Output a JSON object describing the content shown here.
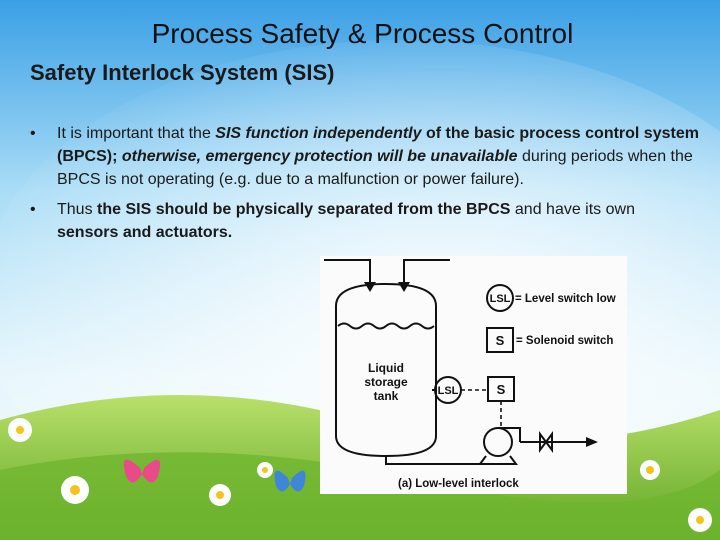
{
  "slide": {
    "title": "Process Safety & Process Control",
    "subtitle": "Safety Interlock System (SIS)"
  },
  "bullets": [
    {
      "marker": "•",
      "runs": [
        {
          "text": "It is important that the ",
          "style": "normal"
        },
        {
          "text": "SIS function independently",
          "style": "bold-italic"
        },
        {
          "text": " of the basic process control system (BPCS); ",
          "style": "bold"
        },
        {
          "text": "otherwise, emergency protection will be unavailable",
          "style": "bold-italic"
        },
        {
          "text": " during periods when the BPCS is not operating (e.g. due to a malfunction or power failure).",
          "style": "normal"
        }
      ]
    },
    {
      "marker": "•",
      "runs": [
        {
          "text": "Thus ",
          "style": "normal"
        },
        {
          "text": "the SIS should be physically separated from the BPCS",
          "style": "bold"
        },
        {
          "text": " and have its own ",
          "style": "normal"
        },
        {
          "text": "sensors and actuators.",
          "style": "bold"
        }
      ]
    }
  ],
  "diagram": {
    "tank_label_1": "Liquid",
    "tank_label_2": "storage",
    "tank_label_3": "tank",
    "lsl_tag": "LSL",
    "s_tag": "S",
    "legend_lsl_tag": "LSL",
    "legend_lsl_text": "= Level switch low",
    "legend_s_tag": "S",
    "legend_s_text": "= Solenoid switch",
    "caption": "(a) Low-level interlock"
  },
  "colors": {
    "sky_top": "#3aa0e6",
    "sky_bottom": "#d8f0fb",
    "grass": "#8cc63f",
    "butterfly_pink": "#e84a8a",
    "butterfly_blue": "#3f86d8"
  }
}
